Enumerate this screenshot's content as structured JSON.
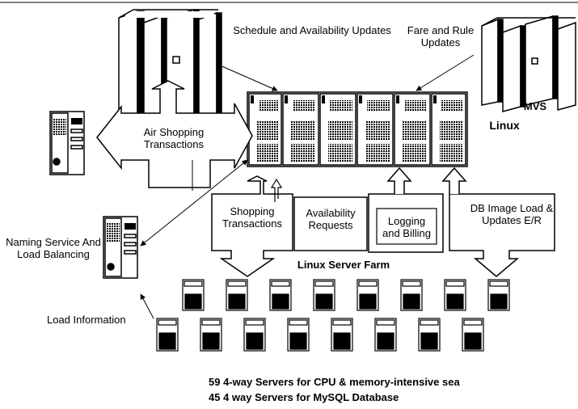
{
  "labels": {
    "schedule_updates": "Schedule and Availability Updates",
    "fare_updates": "Fare and Rule Updates",
    "mvs": "MVS",
    "linux": "Linux",
    "air_shopping": "Air Shopping Transactions",
    "naming_service": "Naming Service And Load Balancing",
    "shopping_transactions": "Shopping Transactions",
    "availability_requests": "Availability Requests",
    "logging_billing": "Logging and Billing",
    "db_image": "DB Image Load & Updates E/R",
    "server_farm": "Linux Server Farm",
    "load_information": "Load Information"
  },
  "footer": {
    "line1": "59  4-way  Servers for CPU & memory-intensive sea",
    "line2": "45  4 way Servers for MySQL Database"
  }
}
